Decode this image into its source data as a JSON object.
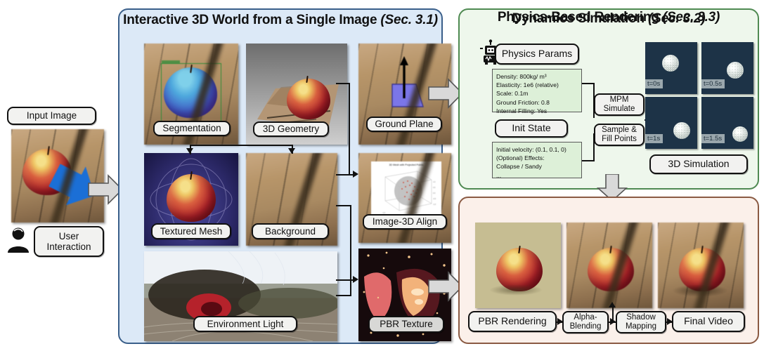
{
  "colors": {
    "panel_blue": "#dce9f7",
    "panel_green": "#eef7ec",
    "panel_pink": "#fbf0ea",
    "border_blue": "#3a5f8a",
    "border_green": "#4f8a52",
    "border_pink": "#8a5a43",
    "arrow_grey": "#d9d9d9",
    "ground_plane": "#7b76e8"
  },
  "input": {
    "image_label": "Input Image",
    "user_label_line1": "User",
    "user_label_line2": "Interaction",
    "user_icon": "person-icon",
    "drag_arrow_icon": "blue-drag-arrow-icon"
  },
  "blue_panel": {
    "title": "Interactive 3D World from a Single Image",
    "section": "(Sec. 3.1)",
    "tiles": [
      {
        "label": "Segmentation",
        "name": "segmentation"
      },
      {
        "label": "3D Geometry",
        "name": "3d-geometry"
      },
      {
        "label": "Ground Plane",
        "name": "ground-plane"
      },
      {
        "label": "Textured Mesh",
        "name": "textured-mesh"
      },
      {
        "label": "Background",
        "name": "background"
      },
      {
        "label": "Image-3D Align",
        "name": "image-3d-align"
      },
      {
        "label": "Environment Light",
        "name": "environment-light"
      },
      {
        "label": "PBR Texture",
        "name": "pbr-texture"
      }
    ],
    "align_plot_title": "3D Mesh with Projected Points"
  },
  "green_panel": {
    "title": "Dynamics Simulation",
    "section": "(Sec. 3.2)",
    "robot_icon": "robot-icon",
    "physics_params_label": "Physics Params",
    "physics_params_lines": [
      "Density: 800kg/ m³",
      "Elasticity: 1e6 (relative)",
      "Scale: 0.1m",
      "Ground Friction: 0.8",
      "Internal Filling: Yes"
    ],
    "init_state_label": "Init State",
    "init_state_lines": [
      "Initial velocity: (0.1, 0.1, 0)",
      "(Optional) Effects:",
      " Collapse / Sandy",
      "..."
    ],
    "mpm_label_line1": "MPM",
    "mpm_label_line2": "Simulate",
    "sample_label_line1": "Sample &",
    "sample_label_line2": "Fill Points",
    "sim_label": "3D Simulation",
    "frames": [
      {
        "t": "t=0s"
      },
      {
        "t": "t=0.5s"
      },
      {
        "t": "t=1s"
      },
      {
        "t": "t=1.5s"
      }
    ]
  },
  "pink_panel": {
    "title": "Physics-Based Rendering",
    "section": "(Sec. 3.3)",
    "steps": [
      {
        "label": "PBR Rendering",
        "name": "pbr-rendering"
      },
      {
        "label": "Alpha-\nBlending",
        "line1": "Alpha-",
        "line2": "Blending",
        "name": "alpha-blending"
      },
      {
        "label": "Shadow\nMapping",
        "line1": "Shadow",
        "line2": "Mapping",
        "name": "shadow-mapping"
      },
      {
        "label": "Final Video",
        "name": "final-video"
      }
    ]
  }
}
